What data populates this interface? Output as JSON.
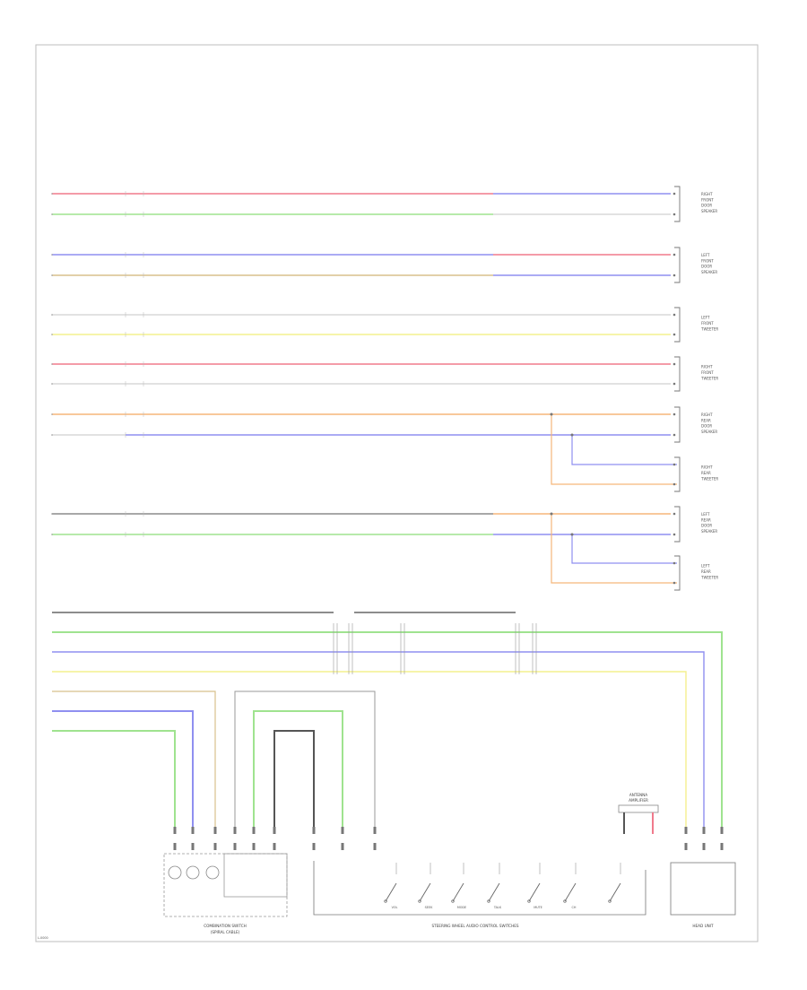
{
  "colors": {
    "red": "#f07a8c",
    "green": "#9fe38f",
    "blue": "#8f8ff0",
    "tan": "#d8c08c",
    "white": "#d9d9d9",
    "yellow": "#f4f08e",
    "orange": "#f5b67a",
    "gray": "#8c8c8c",
    "wire_dark": "#777777",
    "frame": "#bdbdbd"
  },
  "footer": {
    "code": "L-0000"
  },
  "components": {
    "rf_speaker": [
      "RIGHT",
      "FRONT",
      "DOOR",
      "SPEAKER"
    ],
    "lf_speaker": [
      "LEFT",
      "FRONT",
      "DOOR",
      "SPEAKER"
    ],
    "lf_tweeter": [
      "LEFT",
      "FRONT",
      "TWEETER"
    ],
    "rf_tweeter": [
      "RIGHT",
      "FRONT",
      "TWEETER"
    ],
    "rr_speaker": [
      "RIGHT",
      "REAR",
      "DOOR",
      "SPEAKER"
    ],
    "rr_tweeter": [
      "RIGHT",
      "REAR",
      "TWEETER"
    ],
    "lr_speaker": [
      "LEFT",
      "REAR",
      "DOOR",
      "SPEAKER"
    ],
    "lr_tweeter": [
      "LEFT",
      "REAR",
      "TWEETER"
    ],
    "combination_switch": [
      "COMBINATION SWITCH",
      "(SPIRAL CABLE)"
    ],
    "steering_switches": "STEERING WHEEL AUDIO CONTROL SWITCHES",
    "antenna": [
      "ANTENNA",
      "AMPLIFIER"
    ],
    "head_unit": "HEAD UNIT",
    "switch_labels": [
      "VOL",
      "SEEK",
      "MODE",
      "TALK",
      "MUTE",
      "CH"
    ]
  }
}
